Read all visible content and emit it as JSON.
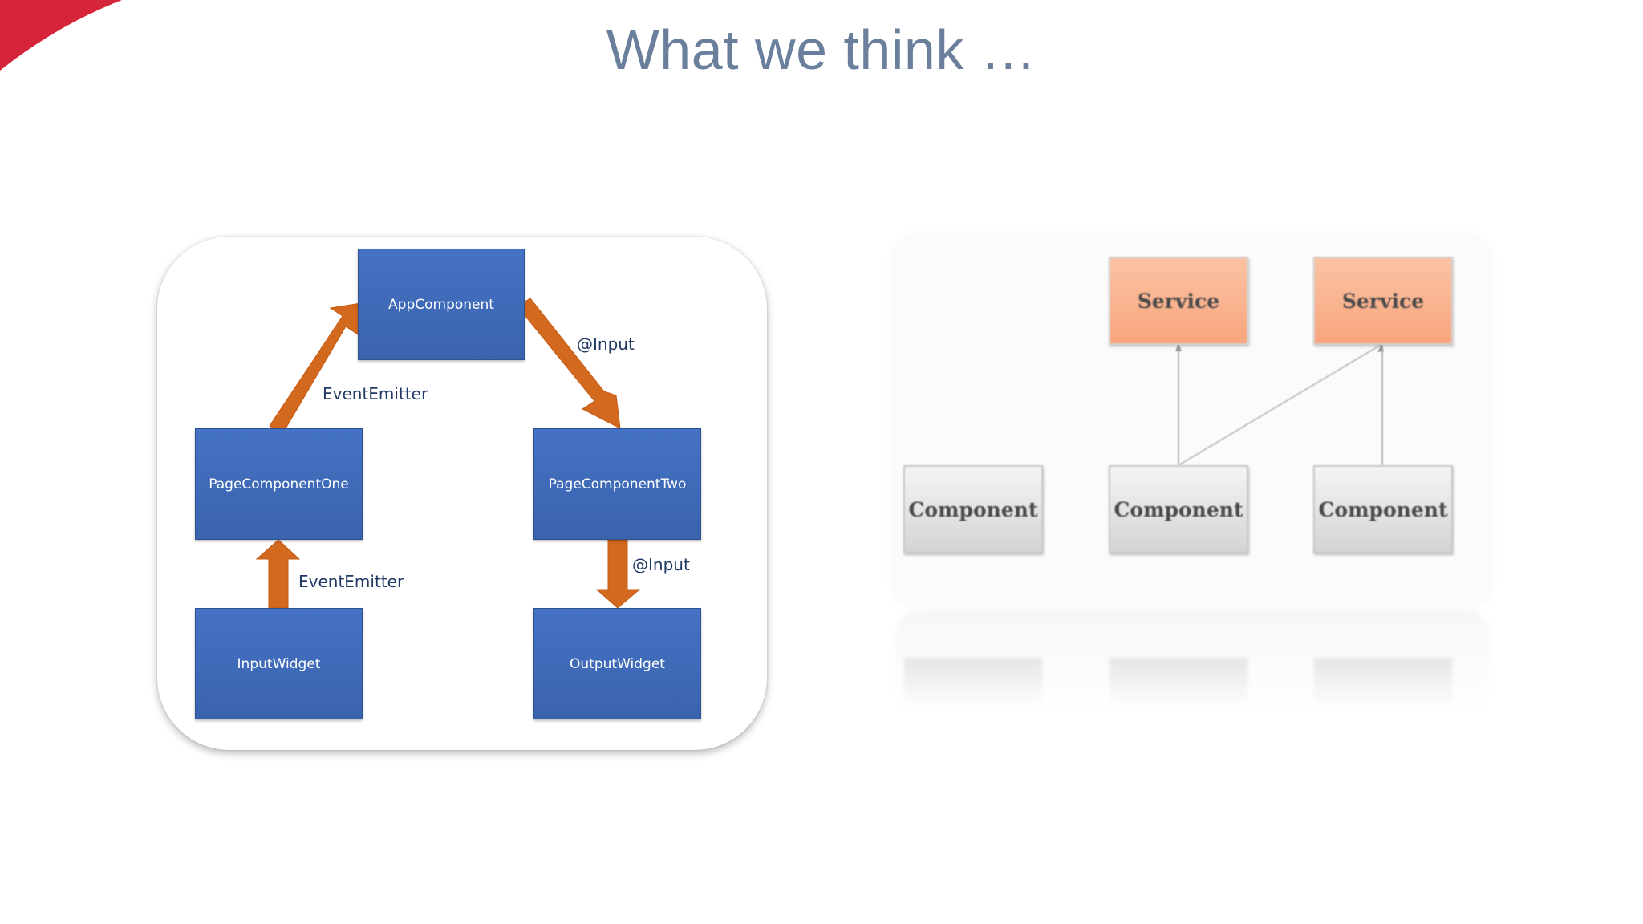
{
  "slide": {
    "title": "What we think …",
    "accent_color": "#d6253a"
  },
  "left_diagram": {
    "nodes": {
      "app": "AppComponent",
      "page_one": "PageComponentOne",
      "page_two": "PageComponentTwo",
      "input_widget": "InputWidget",
      "output_widget": "OutputWidget"
    },
    "edges": {
      "page_one_to_app": "EventEmitter",
      "app_to_page_two": "@Input",
      "input_widget_to_page_one": "EventEmitter",
      "page_two_to_output_widget": "@Input"
    },
    "box_color": "#4472c4",
    "arrow_color": "#d3691f"
  },
  "right_diagram": {
    "services": [
      "Service",
      "Service"
    ],
    "components": [
      "Component",
      "Component",
      "Component"
    ],
    "service_color": "#f8ac85",
    "component_color": "#e2e2e2"
  }
}
